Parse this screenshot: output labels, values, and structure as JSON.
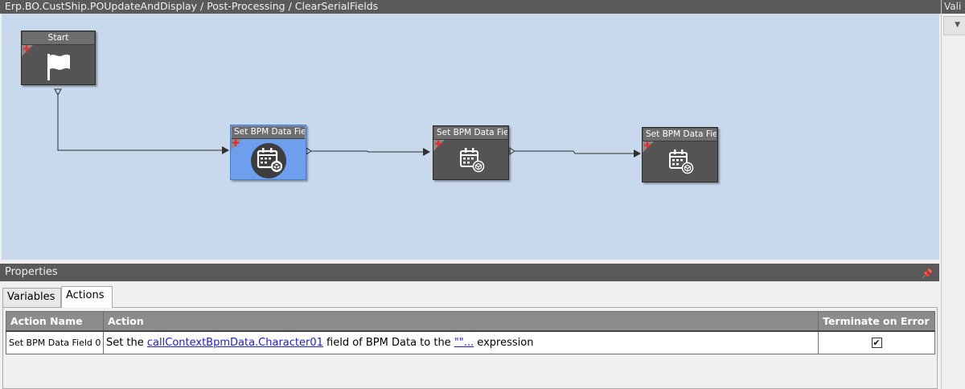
{
  "designer": {
    "breadcrumb": "Erp.BO.CustShip.POUpdateAndDisplay / Post-Processing / ClearSerialFields",
    "nodes": {
      "start": {
        "title": "Start",
        "icon": "flag-icon"
      },
      "set1": {
        "title": "Set BPM Data Field",
        "icon": "data-field-icon",
        "selected": true
      },
      "set2": {
        "title": "Set BPM Data Field",
        "icon": "data-field-icon"
      },
      "set3": {
        "title": "Set BPM Data Field",
        "icon": "data-field-icon"
      }
    }
  },
  "right_panel": {
    "header": "Vali"
  },
  "properties": {
    "header": "Properties",
    "tabs": [
      {
        "label": "Variables",
        "active": false
      },
      {
        "label": "Actions",
        "active": true
      }
    ],
    "columns": [
      "Action Name",
      "Action",
      "Terminate on Error"
    ],
    "rows": [
      {
        "action_name": "Set BPM Data Field 0",
        "action_prefix": "Set the ",
        "action_link": "callContextBpmData.Character01",
        "action_middle": " field of BPM Data to the ",
        "action_expr_link": "\"\"...",
        "action_suffix": " expression",
        "terminate_on_error": true
      }
    ]
  }
}
